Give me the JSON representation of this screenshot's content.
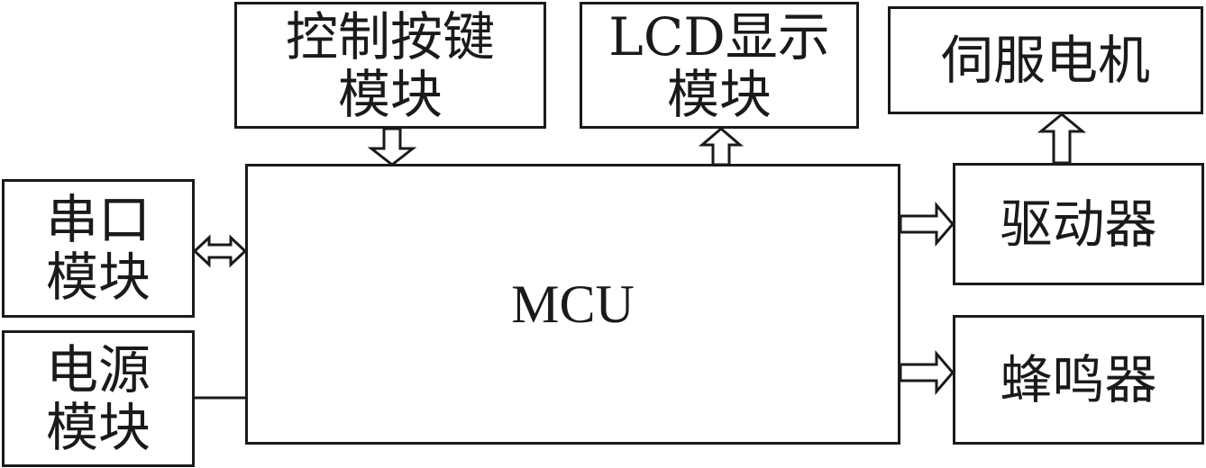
{
  "blocks": {
    "control_keys": "控制按键\n模块",
    "lcd": "LCD显示\n模块",
    "servo_motor": "伺服电机",
    "serial": "串口\n模块",
    "power": "电源\n模块",
    "mcu": "MCU",
    "driver": "驱动器",
    "buzzer": "蜂鸣器"
  },
  "colors": {
    "stroke": "#1a1a1a",
    "background": "#ffffff"
  }
}
